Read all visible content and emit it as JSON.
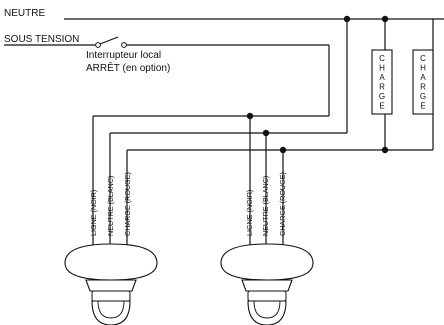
{
  "labels": {
    "neutral": "NEUTRE",
    "hot": "SOUS TENSION",
    "switch_line1": "Interrupteur local",
    "switch_line2": "ARRÊT (en option)"
  },
  "loads": [
    {
      "text": "CHARGE"
    },
    {
      "text": "CHARGE"
    }
  ],
  "fixtures": [
    {
      "wire_labels": [
        "LIGNE (NOIR)",
        "NEUTRE (BLANC)",
        "CHARGE (ROUGE)"
      ]
    },
    {
      "wire_labels": [
        "LIGNE (NOIR)",
        "NEUTRE (BLANC)",
        "CHARGE (ROUGE)"
      ]
    }
  ]
}
